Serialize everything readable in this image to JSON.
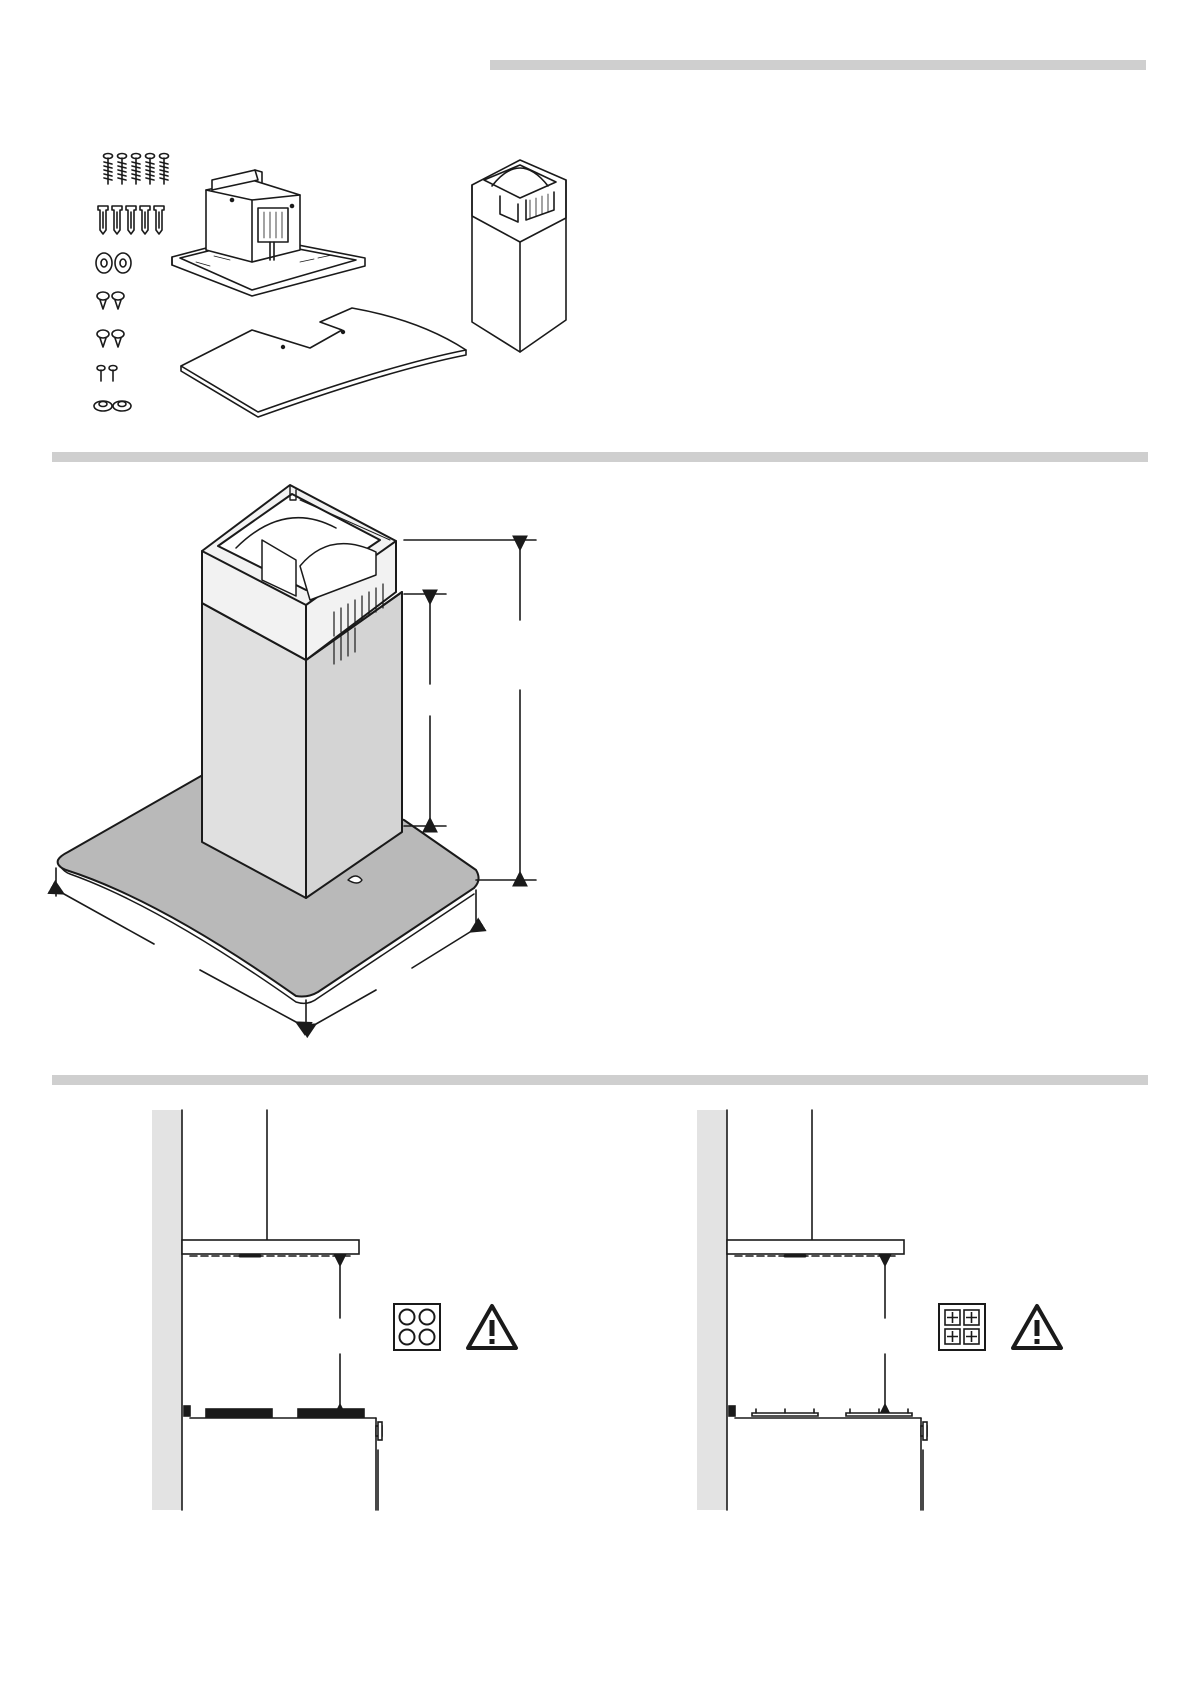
{
  "colors": {
    "rule": "#cfcfcf",
    "line": "#1a1a1a",
    "wall": "#e3e3e3",
    "glass": "#b9b9b9",
    "background": "#ffffff"
  },
  "sections": [
    {
      "name": "parts-overview",
      "items": [
        "screws",
        "wall-plugs",
        "washers",
        "small-screws",
        "small-screws",
        "pins",
        "grommets",
        "hood-base-unit",
        "glass-canopy",
        "chimney-duct"
      ]
    },
    {
      "name": "assembled-hood-dimensions",
      "items": [
        "chimney",
        "glass-canopy",
        "height-arrow",
        "chimney-adjust-arrow",
        "width-arrow",
        "depth-arrow"
      ]
    },
    {
      "name": "installation-distance",
      "panels": [
        {
          "name": "electric-cooktop-panel",
          "icons": [
            "electric-hob-icon",
            "warning-triangle-icon"
          ]
        },
        {
          "name": "gas-cooktop-panel",
          "icons": [
            "gas-hob-icon",
            "warning-triangle-icon"
          ]
        }
      ]
    }
  ]
}
